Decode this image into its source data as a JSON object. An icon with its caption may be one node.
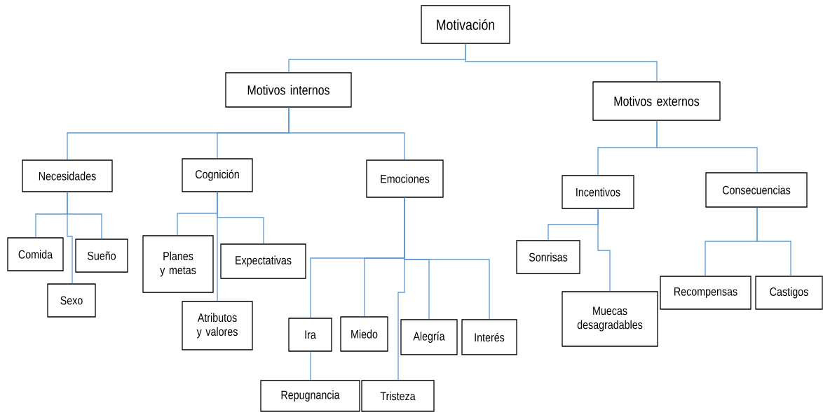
{
  "diagram": {
    "nodes": [
      {
        "text": [
          "Motivación"
        ]
      },
      {
        "text": [
          "Motivos internos"
        ]
      },
      {
        "text": [
          "Motivos externos"
        ]
      },
      {
        "text": [
          "Necesidades"
        ]
      },
      {
        "text": [
          "Cognición"
        ]
      },
      {
        "text": [
          "Emociones"
        ]
      },
      {
        "text": [
          "Comida"
        ]
      },
      {
        "text": [
          "Sueño"
        ]
      },
      {
        "text": [
          "Sexo"
        ]
      },
      {
        "text": [
          "Planes y metas"
        ]
      },
      {
        "text": [
          "Expectativas"
        ]
      },
      {
        "text": [
          "Atributos y valores"
        ]
      },
      {
        "text": [
          "Ira"
        ]
      },
      {
        "text": [
          "Miedo"
        ]
      },
      {
        "text": [
          "Alegría"
        ]
      },
      {
        "text": [
          "Interés"
        ]
      },
      {
        "text": [
          "Repugnancia"
        ]
      },
      {
        "text": [
          "Tristeza"
        ]
      },
      {
        "text": [
          "Incentivos"
        ]
      },
      {
        "text": [
          "Consecuencias"
        ]
      },
      {
        "text": [
          "Sonrisas"
        ]
      },
      {
        "text": [
          "Muecas desagradables"
        ]
      },
      {
        "text": [
          "Recompensas"
        ]
      },
      {
        "text": [
          "Castigos"
        ]
      }
    ],
    "edges": [
      {
        "from": 0,
        "to": 1,
        "arrow": "none"
      },
      {
        "from": 0,
        "to": 2,
        "arrow": "none"
      },
      {
        "from": 1,
        "to": 3,
        "arrow": "none"
      },
      {
        "from": 1,
        "to": 4,
        "arrow": "none"
      },
      {
        "from": 1,
        "to": 5,
        "arrow": "none"
      },
      {
        "from": 3,
        "to": 6,
        "arrow": "none"
      },
      {
        "from": 3,
        "to": 7,
        "arrow": "none"
      },
      {
        "from": 3,
        "to": 8,
        "arrow": "none"
      },
      {
        "from": 4,
        "to": 9,
        "arrow": "none"
      },
      {
        "from": 4,
        "to": 10,
        "arrow": "none"
      },
      {
        "from": 4,
        "to": 11,
        "arrow": "none"
      },
      {
        "from": 5,
        "to": 12,
        "arrow": "none"
      },
      {
        "from": 5,
        "to": 13,
        "arrow": "none"
      },
      {
        "from": 5,
        "to": 14,
        "arrow": "none"
      },
      {
        "from": 5,
        "to": 15,
        "arrow": "none"
      },
      {
        "from": 5,
        "to": 17,
        "arrow": "none"
      },
      {
        "from": 12,
        "to": 16,
        "arrow": "none"
      },
      {
        "from": 2,
        "to": 18,
        "arrow": "none"
      },
      {
        "from": 2,
        "to": 19,
        "arrow": "none"
      },
      {
        "from": 18,
        "to": 20,
        "arrow": "none"
      },
      {
        "from": 18,
        "to": 21,
        "arrow": "none"
      },
      {
        "from": 19,
        "to": 22,
        "arrow": "none"
      },
      {
        "from": 19,
        "to": 23,
        "arrow": "none"
      }
    ]
  }
}
